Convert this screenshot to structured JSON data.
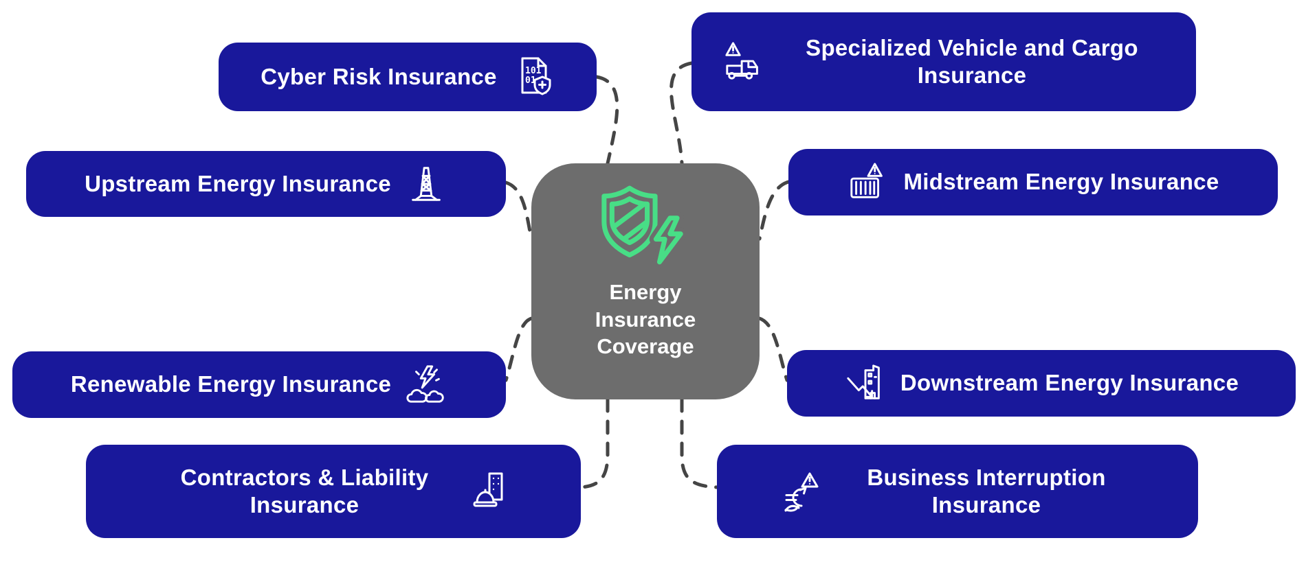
{
  "title": "Energy Insurance Coverage",
  "colors": {
    "pill_bg": "#19189B",
    "pill_text": "#FFFFFF",
    "hub_bg": "#6D6D6D",
    "hub_icon": "#48DE86",
    "connector": "#454545",
    "background": "#FFFFFF"
  },
  "center": {
    "icon": "shield-bolt-icon",
    "lines": {
      "0": "Energy",
      "1": "Insurance",
      "2": "Coverage"
    }
  },
  "nodes": {
    "0": {
      "id": "cyber",
      "label": "Cyber Risk Insurance",
      "icon": "document-binary-shield-icon",
      "icon_side": "right"
    },
    "1": {
      "id": "specialized",
      "label": "Specialized Vehicle and Cargo Insurance",
      "icon": "truck-warning-icon",
      "icon_side": "left"
    },
    "2": {
      "id": "upstream",
      "label": "Upstream Energy Insurance",
      "icon": "oil-derrick-icon",
      "icon_side": "right"
    },
    "3": {
      "id": "midstream",
      "label": "Midstream Energy Insurance",
      "icon": "container-warning-icon",
      "icon_side": "left"
    },
    "4": {
      "id": "renewable",
      "label": "Renewable Energy Insurance",
      "icon": "storm-clouds-icon",
      "icon_side": "right"
    },
    "5": {
      "id": "downstream",
      "label": "Downstream Energy Insurance",
      "icon": "refinery-down-arrow-icon",
      "icon_side": "left"
    },
    "6": {
      "id": "contractors",
      "label": "Contractors & Liability Insurance",
      "icon": "hardhat-building-icon",
      "icon_side": "right"
    },
    "7": {
      "id": "business",
      "label": "Business Interruption Insurance",
      "icon": "euro-warning-icon",
      "icon_side": "left"
    }
  }
}
